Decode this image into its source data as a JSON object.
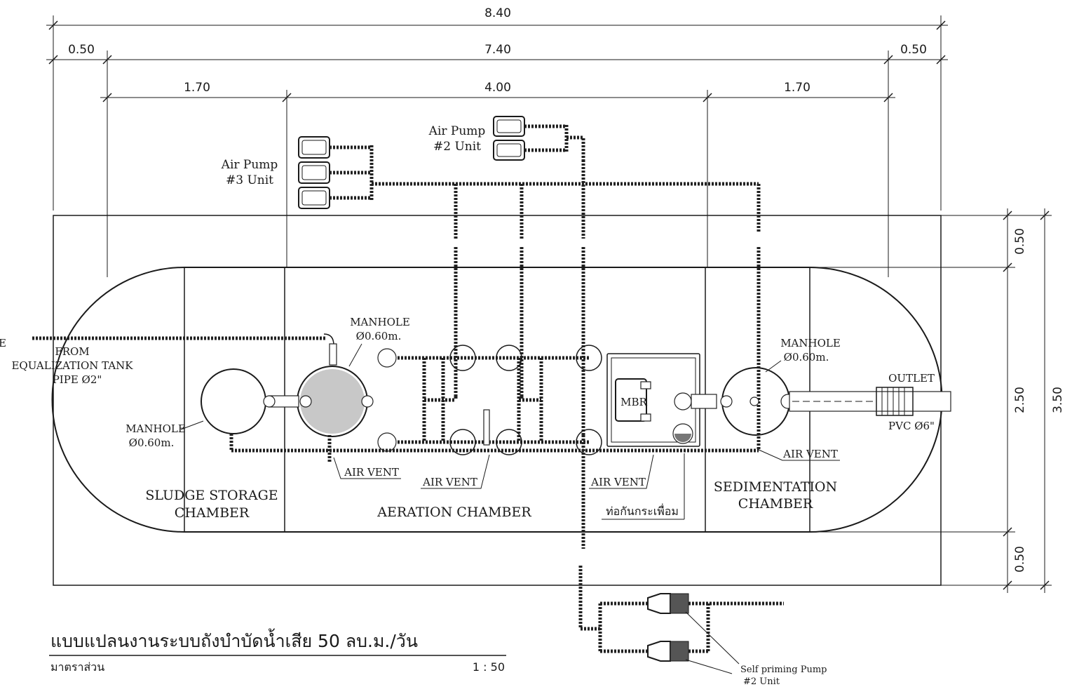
{
  "dimensions": {
    "overall_width": "8.40",
    "margin_left": "0.50",
    "inner_width": "7.40",
    "margin_right": "0.50",
    "sludge_width": "1.70",
    "aeration_width": "4.00",
    "sedimentation_width": "1.70",
    "margin_top": "0.50",
    "tank_height": "2.50",
    "margin_bottom": "0.50",
    "overall_height": "3.50"
  },
  "labels": {
    "air_pump_3_line1": "Air Pump",
    "air_pump_3_line2": "#3 Unit",
    "air_pump_2_line1": "Air Pump",
    "air_pump_2_line2": "#2 Unit",
    "manhole_center": "MANHOLE",
    "manhole_center_dia": "Ø0.60m.",
    "manhole_left": "MANHOLE",
    "manhole_left_dia": "Ø0.60m.",
    "manhole_right": "MANHOLE",
    "manhole_right_dia": "Ø0.60m.",
    "inlet_line1": "FROM",
    "inlet_line2": "EQUALIZATION TANK",
    "inlet_line3": "PIPE Ø2\"",
    "inlet_cut": "E",
    "mbr": "MBR",
    "outlet": "OUTLET",
    "pvc": "PVC Ø6\"",
    "air_vent_1": "AIR VENT",
    "air_vent_2": "AIR VENT",
    "air_vent_3": "AIR VENT",
    "air_vent_4": "AIR VENT",
    "vibration_pipe": "ท่อกันกระเพื่อม",
    "self_priming_line1": "Self priming Pump",
    "self_priming_line2": "#2 Unit"
  },
  "chambers": {
    "sludge_line1": "SLUDGE STORAGE",
    "sludge_line2": "CHAMBER",
    "aeration": "AERATION CHAMBER",
    "sedimentation_line1": "SEDIMENTATION",
    "sedimentation_line2": "CHAMBER"
  },
  "title": {
    "main": "แบบแปลนงานระบบถังบำบัดน้ำเสีย  50 ลบ.ม./วัน",
    "scale_label": "มาตราส่วน",
    "scale_value": "1 : 50"
  }
}
